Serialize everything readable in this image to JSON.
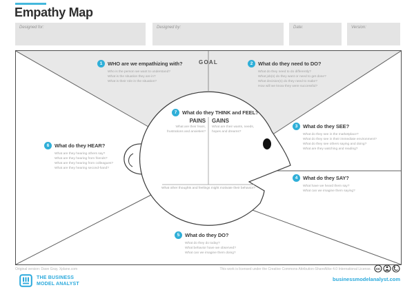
{
  "colors": {
    "accent": "#2fafd8",
    "brand_blue": "#2aa9dc",
    "title_bar": "#44b8dc"
  },
  "header": {
    "title": "Empathy Map",
    "fields": [
      {
        "label": "Designed for:"
      },
      {
        "label": "Designed by:"
      },
      {
        "label": "Date:"
      },
      {
        "label": "Version:"
      }
    ]
  },
  "canvas": {
    "goal_label": "GOAL",
    "sections": {
      "who": {
        "num": "1",
        "title": "WHO are we empathizing with?",
        "questions": [
          "Who is the person we want to understand?",
          "What is the situation they are in?",
          "What is their role in the situation?"
        ]
      },
      "need_to_do": {
        "num": "2",
        "title": "What do they need to DO?",
        "questions": [
          "What do they need to do differently?",
          "What job(s) do they want or need to get done?",
          "What decision(s) do they need to make?",
          "How will we know they were successful?"
        ]
      },
      "see": {
        "num": "3",
        "title": "What do they SEE?",
        "questions": [
          "What do they see in the marketplace?",
          "What do they see in their immediate environment?",
          "What do they see others saying and doing?",
          "What are they watching and reading?"
        ]
      },
      "say": {
        "num": "4",
        "title": "What do they SAY?",
        "questions": [
          "What have we heard them say?",
          "What can we imagine them saying?"
        ]
      },
      "do": {
        "num": "5",
        "title": "What do they DO?",
        "questions": [
          "What do they do today?",
          "What behavior have we observed?",
          "What can we imagine them doing?"
        ]
      },
      "hear": {
        "num": "6",
        "title": "What do they HEAR?",
        "questions": [
          "What are they hearing others say?",
          "What are they hearing from friends?",
          "What are they hearing from colleagues?",
          "What are they hearing second-hand?"
        ]
      },
      "think_feel": {
        "num": "7",
        "title": "What do they THINK and FEEL?",
        "pains_label": "PAINS",
        "pains_question": "What are their fears, frustrations and anxieties?",
        "gains_label": "GAINS",
        "gains_question": "What are their wants, needs, hopes and dreams?",
        "bottom_question": "What other thoughts and feelings might motivate their behavior?"
      }
    }
  },
  "footer": {
    "credit": "Original version: Dave Gray, Xplane.com",
    "brand_line1": "THE BUSINESS",
    "brand_line2": "MODEL ANALYST",
    "license_text": "This work is licensed under the Creative Commons Attribution-ShareAlike 4.0 International License.",
    "website": "businessmodelanalyst.com"
  }
}
